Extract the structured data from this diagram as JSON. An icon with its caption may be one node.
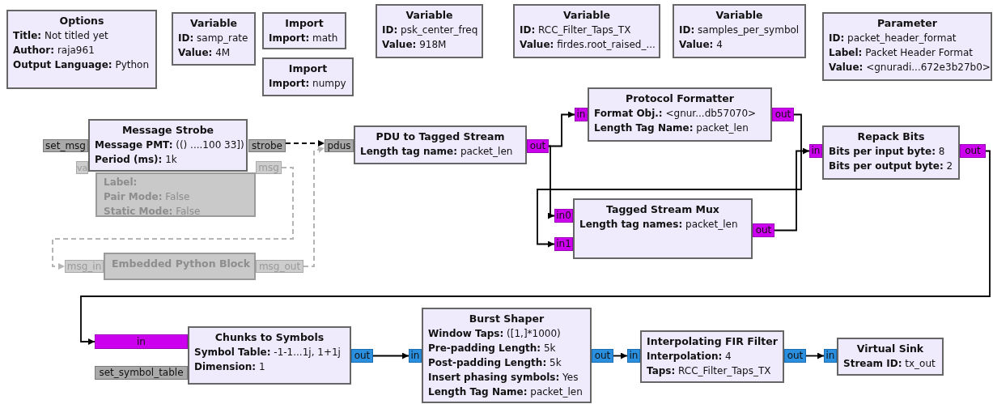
{
  "diagram": {
    "nodes": [
      {
        "text": [
          "Options",
          "**Title:** Not titled yet",
          "**Author:** raja961",
          "**Output Language:** Python"
        ]
      },
      {
        "text": [
          "Variable",
          "**ID:** samp_rate",
          "**Value:** 4M"
        ]
      },
      {
        "text": [
          "Import",
          "**Import:** math"
        ]
      },
      {
        "text": [
          "Import",
          "**Import:** numpy"
        ]
      },
      {
        "text": [
          "Variable",
          "**ID:** psk_center_freq",
          "**Value:** 918M"
        ]
      },
      {
        "text": [
          "Variable",
          "**ID:** RCC_Filter_Taps_TX",
          "**Value:** firdes.root_raised_..."
        ]
      },
      {
        "text": [
          "Variable",
          "**ID:** samples_per_symbol",
          "**Value:** 4"
        ]
      },
      {
        "text": [
          "Parameter",
          "**ID:** packet_header_format",
          "**Label:** Packet Header Format",
          "**Value:** <gnuradi...672e3b27b0>"
        ]
      },
      {
        "text": [
          "Protocol Formatter",
          "**Format Obj.:** <gnur...db57070>",
          "**Length Tag Name:** packet_len"
        ]
      },
      {
        "text": [
          "in"
        ]
      },
      {
        "text": [
          "out"
        ]
      },
      {
        "text": [
          "Message Strobe",
          "**Message PMT:** (() ....100 33])",
          "**Period (ms):** 1k"
        ]
      },
      {
        "text": [
          "set_msg"
        ]
      },
      {
        "text": [
          "strobe"
        ]
      },
      {
        "text": [
          "**Label:**",
          "**Pair Mode:** False",
          "**Static Mode:** False"
        ]
      },
      {
        "text": [
          "va"
        ]
      },
      {
        "text": [
          "msg"
        ]
      },
      {
        "text": [
          "PDU to Tagged Stream",
          "**Length tag name:** packet_len"
        ]
      },
      {
        "text": [
          "pdus"
        ]
      },
      {
        "text": [
          "out"
        ]
      },
      {
        "text": [
          "Repack Bits",
          "**Bits per input byte:** 8",
          "**Bits per output byte:** 2"
        ]
      },
      {
        "text": [
          "in"
        ]
      },
      {
        "text": [
          "out"
        ]
      },
      {
        "text": [
          "Tagged Stream Mux",
          "**Length tag names:** packet_len"
        ]
      },
      {
        "text": [
          "in0"
        ]
      },
      {
        "text": [
          "in1"
        ]
      },
      {
        "text": [
          "out"
        ]
      },
      {
        "text": [
          "Embedded Python Block"
        ]
      },
      {
        "text": [
          "msg_in"
        ]
      },
      {
        "text": [
          "msg_out"
        ]
      },
      {
        "text": [
          "Chunks to Symbols",
          "**Symbol Table:** -1-1...1j, 1+1j",
          "**Dimension:** 1"
        ]
      },
      {
        "text": [
          "in"
        ]
      },
      {
        "text": [
          "set_symbol_table"
        ]
      },
      {
        "text": [
          "out"
        ]
      },
      {
        "text": [
          "Burst Shaper",
          "**Window Taps:** ([1,]*1000)",
          "**Pre-padding Length:** 5k",
          "**Post-padding Length:** 5k",
          "**Insert phasing symbols:** Yes",
          "**Length Tag Name:** packet_len"
        ]
      },
      {
        "text": [
          "in"
        ]
      },
      {
        "text": [
          "out"
        ]
      },
      {
        "text": [
          "Interpolating FIR Filter",
          "**Interpolation:** 4",
          "**Taps:** RCC_Filter_Taps_TX"
        ]
      },
      {
        "text": [
          "in"
        ]
      },
      {
        "text": [
          "out"
        ]
      },
      {
        "text": [
          "Virtual Sink",
          "**Stream ID:** tx_out"
        ]
      },
      {
        "text": [
          "in"
        ]
      }
    ],
    "edges": [
      {
        "from": 13,
        "to": 18,
        "arrow": "to",
        "style": "dashed"
      },
      {
        "from": 16,
        "to": 28,
        "arrow": "to",
        "style": "dashed",
        "color": "#b4b4b4"
      },
      {
        "from": 29,
        "to": 18,
        "arrow": "to",
        "style": "dashed",
        "color": "#b4b4b4"
      },
      {
        "from": 19,
        "to": 9,
        "arrow": "to"
      },
      {
        "from": 19,
        "to": 24,
        "arrow": "to"
      },
      {
        "from": 10,
        "to": 25,
        "arrow": "to"
      },
      {
        "from": 26,
        "to": 21,
        "arrow": "to"
      },
      {
        "from": 22,
        "to": 31,
        "arrow": "to"
      },
      {
        "from": 33,
        "to": 35,
        "arrow": "to"
      },
      {
        "from": 36,
        "to": 38,
        "arrow": "to"
      },
      {
        "from": 39,
        "to": 41,
        "arrow": "to"
      }
    ]
  }
}
